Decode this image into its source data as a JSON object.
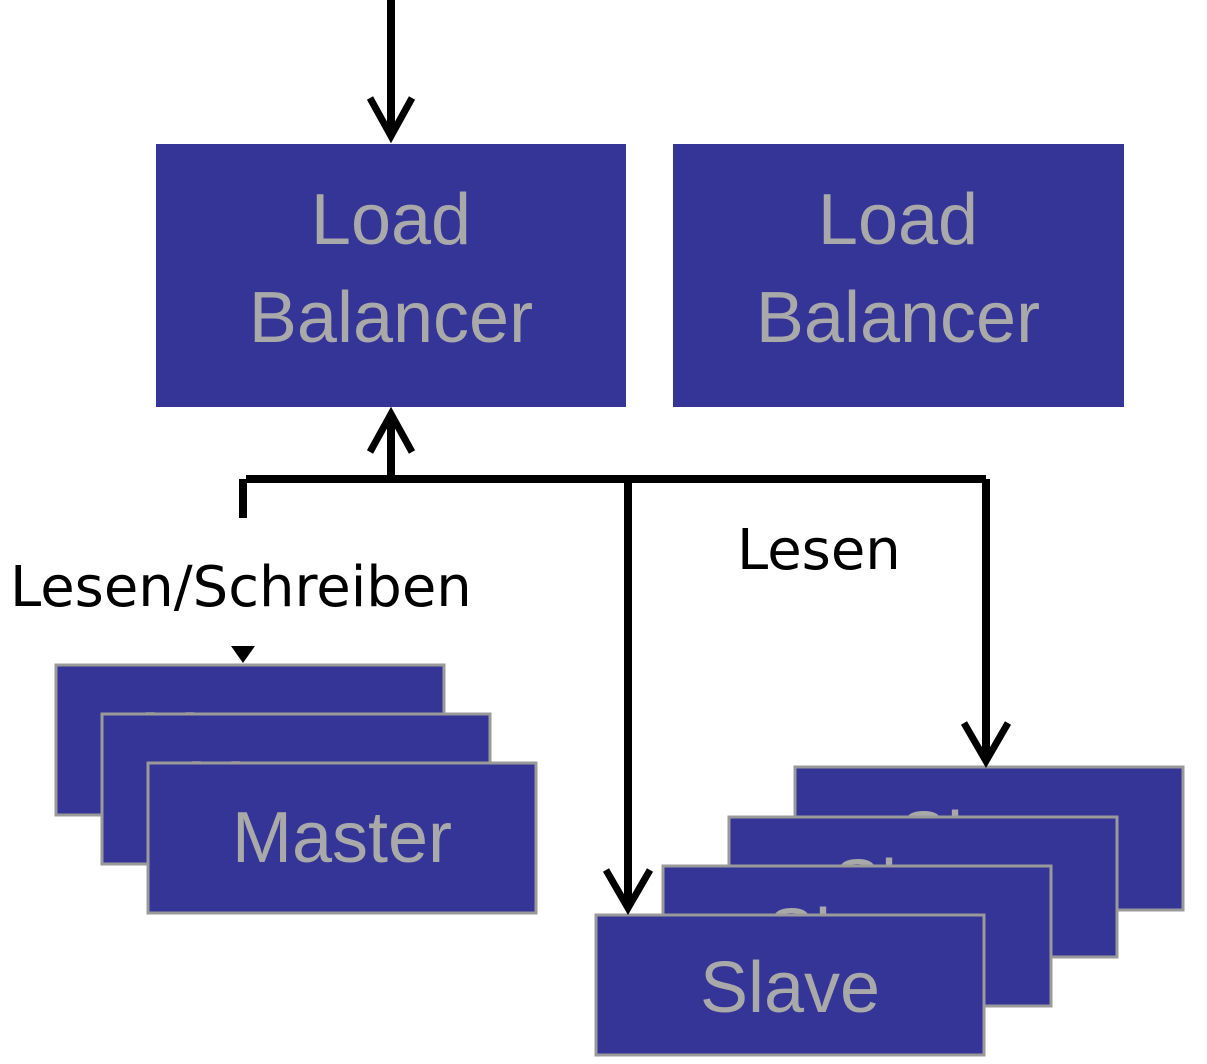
{
  "load_balancers": [
    {
      "line1": "Load",
      "line2": "Balancer"
    },
    {
      "line1": "Load",
      "line2": "Balancer"
    }
  ],
  "master_label": "Master",
  "slave_label": "Slave",
  "read_write_label": "Lesen/Schreiben",
  "read_label": "Lesen",
  "colors": {
    "box_fill": "#343597",
    "box_text": "#a9a9a9",
    "line": "#000000"
  }
}
